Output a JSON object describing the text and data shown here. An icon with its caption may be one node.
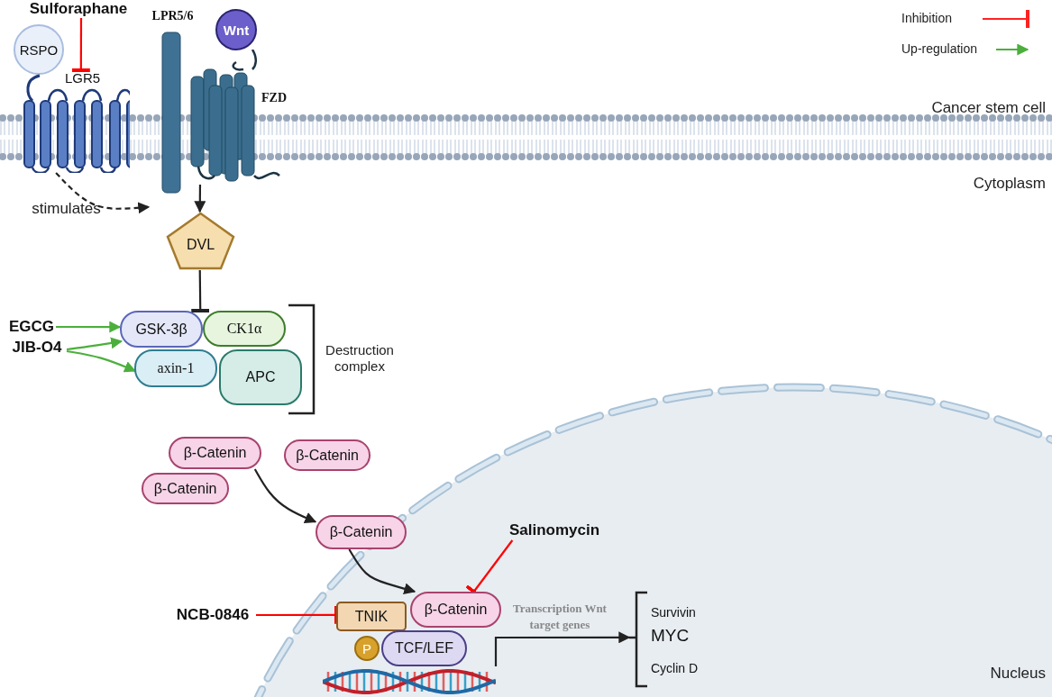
{
  "diagram": {
    "nodes": [
      {
        "text": [
          "Sulforaphane"
        ]
      },
      {
        "text": [
          "RSPO"
        ]
      },
      {
        "text": [
          "LGR5"
        ]
      },
      {
        "text": [
          "LPR5/6"
        ]
      },
      {
        "text": [
          "Wnt"
        ]
      },
      {
        "text": [
          "FZD"
        ]
      },
      {
        "text": [
          "DVL"
        ]
      },
      {
        "text": [
          "EGCG"
        ]
      },
      {
        "text": [
          "JIB-O4"
        ]
      },
      {
        "text": [
          "GSK-3β"
        ]
      },
      {
        "text": [
          "CK1α"
        ]
      },
      {
        "text": [
          "axin-1"
        ]
      },
      {
        "text": [
          "APC"
        ]
      },
      {
        "text": [
          "β-Catenin"
        ]
      },
      {
        "text": [
          "β-Catenin"
        ]
      },
      {
        "text": [
          "β-Catenin"
        ]
      },
      {
        "text": [
          "β-Catenin"
        ]
      },
      {
        "text": [
          "Salinomycin"
        ]
      },
      {
        "text": [
          "NCB-0846"
        ]
      },
      {
        "text": [
          "TNIK"
        ]
      },
      {
        "text": [
          "β-Catenin"
        ]
      },
      {
        "text": [
          "P"
        ]
      },
      {
        "text": [
          "TCF/LEF"
        ]
      },
      {
        "text": [],
        "shape": "picture"
      },
      {
        "text": [],
        "shape": "bracket"
      },
      {
        "text": [
          "Survivin"
        ],
        "in": 24
      },
      {
        "text": [
          "MYC"
        ],
        "in": 24
      },
      {
        "text": [
          "Cyclin D"
        ],
        "in": 24
      }
    ],
    "edges": [
      {
        "from": 0,
        "to": 2,
        "arrow": "other",
        "color": "#ff0000"
      },
      {
        "from": 2,
        "to": 3,
        "arrow": "to",
        "label": "stimulates",
        "style": "dashed"
      },
      {
        "from": 5,
        "to": 6,
        "arrow": "to"
      },
      {
        "from": 6,
        "to": 9,
        "arrow": "other"
      },
      {
        "from": 7,
        "to": 9,
        "arrow": "to",
        "color": "#4caf3c"
      },
      {
        "from": 8,
        "to": 9,
        "arrow": "to",
        "color": "#4caf3c"
      },
      {
        "from": 8,
        "to": 11,
        "arrow": "to",
        "color": "#4caf3c"
      },
      {
        "from": 13,
        "to": 16,
        "arrow": "to"
      },
      {
        "from": 16,
        "to": 20,
        "arrow": "to"
      },
      {
        "from": 17,
        "to": 20,
        "arrow": "other",
        "color": "#ff0000"
      },
      {
        "from": 18,
        "to": 19,
        "arrow": "other",
        "color": "#ff0000"
      },
      {
        "from": 23,
        "to": 24,
        "arrow": "to",
        "label": "Transcription Wnt target genes"
      }
    ],
    "labels": [
      "Cancer stem cell",
      "Cytoplasm",
      "Destruction complex",
      "Nucleus"
    ],
    "legend": [
      {
        "text": "Inhibition"
      },
      {
        "text": "Up-regulation"
      }
    ]
  }
}
